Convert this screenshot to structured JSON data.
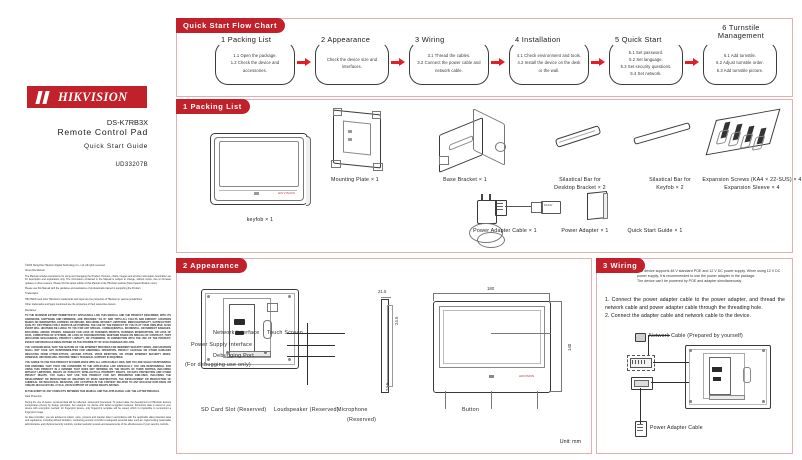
{
  "cover": {
    "brand": "HIKVISION",
    "model": "DS-K7RB3X",
    "title": "Remote Control Pad",
    "subtitle": "Quick Start Guide",
    "doc_code": "UD33207B",
    "legal": [
      "©2023 Hangzhou Hikvision Digital Technology Co., Ltd. All rights reserved.",
      "About this Manual",
      "The Manual includes instructions for using and managing the Product. Pictures, charts, images and all other information hereinafter are for description and explanation only. The information contained in the Manual is subject to change, without notice, due to firmware updates or other reasons. Please find the latest edition of this Manual at the Hikvision website (https://www.hikvision.com/).",
      "Please use this Manual with the guidance and assistance of professionals trained in supporting the Product.",
      "Trademarks",
      "HIKVISION and other Hikvision's trademarks and logos are the properties of Hikvision in various jurisdictions.",
      "Other trademarks and logos mentioned are the properties of their respective owners.",
      "Disclaimer",
      "TO THE MAXIMUM EXTENT PERMITTED BY APPLICABLE LAW, THIS MANUAL AND THE PRODUCT DESCRIBED, WITH ITS HARDWARE, SOFTWARE AND FIRMWARE, ARE PROVIDED \"AS IS\" AND \"WITH ALL FAULTS AND ERRORS\". HIKVISION MAKES NO WARRANTIES, EXPRESS OR IMPLIED, INCLUDING WITHOUT LIMITATION, MERCHANTABILITY, SATISFACTORY QUALITY, OR FITNESS FOR A PARTICULAR PURPOSE. THE USE OF THE PRODUCT BY YOU IS AT YOUR OWN RISK. IN NO EVENT WILL HIKVISION BE LIABLE TO YOU FOR ANY SPECIAL, CONSEQUENTIAL, INCIDENTAL, OR INDIRECT DAMAGES, INCLUDING, AMONG OTHERS, DAMAGES FOR LOSS OF BUSINESS PROFITS, BUSINESS INTERRUPTION, OR LOSS OF DATA, CORRUPTION OF SYSTEMS, OR LOSS OF DOCUMENTATION, WHETHER BASED ON BREACH OF CONTRACT, TORT (INCLUDING NEGLIGENCE), PRODUCT LIABILITY, OR OTHERWISE, IN CONNECTION WITH THE USE OF THE PRODUCT, EVEN IF HIKVISION HAS BEEN ADVISED OF THE POSSIBILITY OF SUCH DAMAGES OR LOSS.",
      "YOU ACKNOWLEDGE THAT THE NATURE OF THE INTERNET PROVIDES FOR INHERENT SECURITY RISKS, AND HIKVISION SHALL NOT TAKE ANY RESPONSIBILITIES FOR ABNORMAL OPERATION, PRIVACY LEAKAGE OR OTHER DAMAGES RESULTING FROM CYBER-ATTACK, HACKER ATTACK, VIRUS INFECTION, OR OTHER INTERNET SECURITY RISKS; HOWEVER, HIKVISION WILL PROVIDE TIMELY TECHNICAL SUPPORT IF REQUIRED.",
      "YOU AGREE TO USE THIS PRODUCT IN COMPLIANCE WITH ALL APPLICABLE LAWS, AND YOU ARE SOLELY RESPONSIBLE FOR ENSURING THAT YOUR USE CONFORMS TO THE APPLICABLE LAW. ESPECIALLY, YOU ARE RESPONSIBLE, FOR USING THIS PRODUCT IN A MANNER THAT DOES NOT INFRINGE ON THE RIGHTS OF THIRD PARTIES, INCLUDING WITHOUT LIMITATION, RIGHTS OF PUBLICITY, INTELLECTUAL PROPERTY RIGHTS, OR DATA PROTECTION AND OTHER PRIVACY RIGHTS. YOU SHALL NOT USE THIS PRODUCT FOR ANY PROHIBITED END-USES, INCLUDING THE DEVELOPMENT OR PRODUCTION OF WEAPONS OF MASS DESTRUCTION, THE DEVELOPMENT OR PRODUCTION OF CHEMICAL OR BIOLOGICAL WEAPONS, ANY ACTIVITIES IN THE CONTEXT RELATED TO ANY NUCLEAR EXPLOSIVE OR UNSAFE NUCLEAR FUEL-CYCLE, OR IN SUPPORT OF HUMAN RIGHTS ABUSES.",
      "IN THE EVENT OF ANY CONFLICTS BETWEEN THIS MANUAL AND THE APPLICABLE LAW, THE LATTER PREVAILS.",
      "Data Protection",
      "During the use of device, personal data will be collected, stored and processed. To protect data, the development of Hikvision devices incorporates privacy by design principles. For example, for device with facial recognition features, biometrics data is stored in your device with encryption method; for fingerprint device, only fingerprint template will be saved, which is impossible to reconstruct a fingerprint image.",
      "As data controller, you are advised to collect, store, process and transfer data in accordance with the applicable data protection laws and regulations, including without limitation, conducting security controls to safeguard personal data, such as, implementing reasonable administrative and physical security controls, conduct periodic reviews and assessments of the effectiveness of your security controls."
    ]
  },
  "flow": {
    "tab": "Quick Start Flow Chart",
    "steps": [
      {
        "num": "1",
        "title": "1 Packing List",
        "lines": [
          "1.1 Open the package.",
          "1.2 Check the device and",
          "accessories."
        ]
      },
      {
        "num": "2",
        "title": "2 Appearance",
        "lines": [
          "Check the device size and",
          "interfaces."
        ]
      },
      {
        "num": "3",
        "title": "3 Wiring",
        "lines": [
          "3.1 Thread the cables.",
          "3.2 Connect the power cable and",
          "network cable."
        ]
      },
      {
        "num": "4",
        "title": "4 Installation",
        "lines": [
          "4.1 Check environment and tools.",
          "4.2 Install the device on the desk",
          "or the wall."
        ]
      },
      {
        "num": "5",
        "title": "5 Quick Start",
        "lines": [
          "5.1 Set password.",
          "5.2 Set language.",
          "5.3 Set security questions.",
          "5.4 Set network."
        ]
      },
      {
        "num": "6",
        "title": "6 Turnstile Management",
        "lines": [
          "6.1 Add turnstile.",
          "6.2 Adjust turnstile order.",
          "6.3 Add turnstile picture."
        ]
      }
    ]
  },
  "packing": {
    "tab": "1 Packing List",
    "items": [
      {
        "name": "keyfob-device",
        "caption": "keyfob × 1"
      },
      {
        "name": "mounting-plate",
        "caption": "Mounting Plate × 1"
      },
      {
        "name": "base-bracket",
        "caption": "Base Bracket × 1"
      },
      {
        "name": "silastic-bar-desktop",
        "caption": "Silastical Bar for\nDesktop Bracket × 2"
      },
      {
        "name": "silastic-bar-keyfob",
        "caption": "Silastical Bar for\nKeyfob × 2"
      },
      {
        "name": "expansion-screws",
        "caption": "Expansion Screws (KA4 × 22-SUS) × 4\nExpansion Sleeve × 4"
      },
      {
        "name": "power-adapter-cable",
        "caption": "Power Adapter Cable × 1"
      },
      {
        "name": "power-adapter",
        "caption": "Power Adapter × 1"
      },
      {
        "name": "quick-start-guide",
        "caption": "Quick Start Guide × 1"
      }
    ]
  },
  "appearance": {
    "tab": "2 Appearance",
    "callouts_left": [
      "Network Interface",
      "Touch Screen",
      "Power Supply Interface",
      "Debugging Port",
      "(For debugging use only)"
    ],
    "callouts_bottom": [
      "SD Card Slot (Reserved)",
      "Loudspeaker (Reserved)",
      "Microphone",
      "(Reserved)",
      "Button"
    ],
    "dimensions": {
      "width": "180",
      "height": "140",
      "depth": "21.5",
      "depth2": "24.5",
      "depth3": "24.5"
    },
    "unit": "Unit: mm"
  },
  "wiring": {
    "tab": "3 Wiring",
    "note_title": "Note",
    "note": "The device supports 48 V standard POE and 12 V DC power supply. When using 12 V DC power supply, it is recommended to use the power adapter in the package.\nThe device can't be powered by POE and adapter simultaneously.",
    "steps": [
      "1. Connect the power adapter cable to the power adapter, and thread the network cable and power adapter cable through the threading hole.",
      "2. Connect the adapter cable and network cable to the device."
    ],
    "network_cable_label": "Network Cable (Prepared by yourself)",
    "power_cable_label": "Power Adapter Cable"
  },
  "colors": {
    "brand_red": "#c1212b",
    "arrow_red": "#e11f26",
    "panel_border": "#e6aeb2"
  }
}
